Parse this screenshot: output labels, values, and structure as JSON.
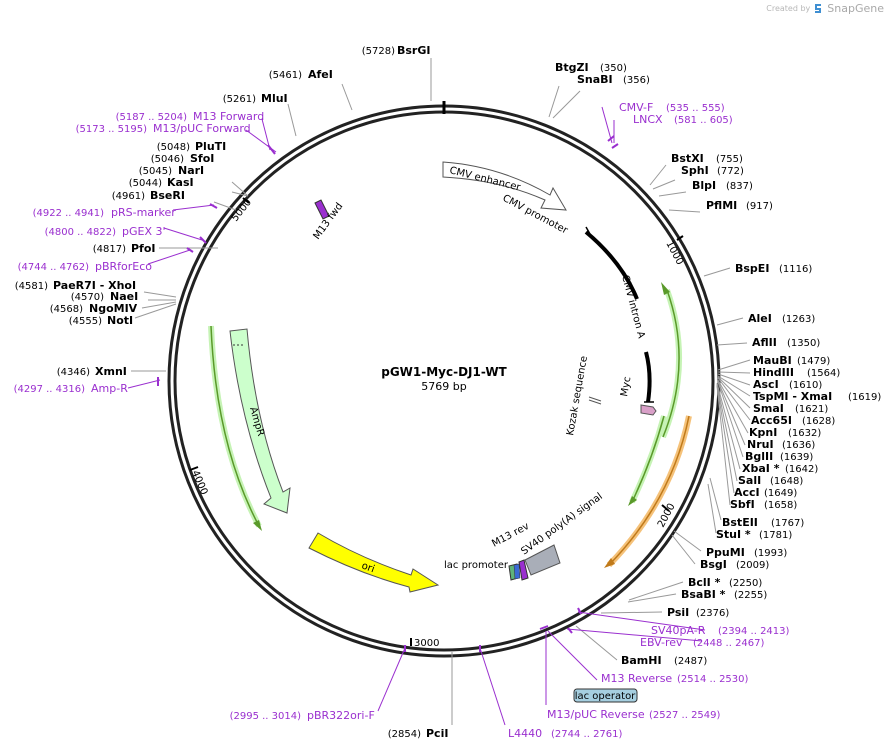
{
  "brand": {
    "created_by": "Created by",
    "name": "SnapGene"
  },
  "plasmid": {
    "name": "pGW1-Myc-DJ1-WT",
    "size_label": "5769 bp",
    "total_bp": 5769
  },
  "ticks": [
    {
      "label": "1000",
      "bp": 1000
    },
    {
      "label": "2000",
      "bp": 2000
    },
    {
      "label": "3000",
      "bp": 3000
    },
    {
      "label": "4000",
      "bp": 4000
    },
    {
      "label": "5000",
      "bp": 5000
    }
  ],
  "features": [
    {
      "name": "CMV enhancer",
      "type": "arrow_box"
    },
    {
      "name": "CMV promoter",
      "type": "black_line"
    },
    {
      "name": "CMV intron A",
      "type": "black_line"
    },
    {
      "name": "Kozak sequence",
      "type": "mark"
    },
    {
      "name": "Myc",
      "type": "tag"
    },
    {
      "name": "M13 fwd",
      "type": "primer"
    },
    {
      "name": "AmpR",
      "type": "arrow_green"
    },
    {
      "name": "ori",
      "type": "arrow_yellow"
    },
    {
      "name": "M13 rev",
      "type": "primer"
    },
    {
      "name": "SV40 poly(A) signal",
      "type": "box_grey"
    },
    {
      "name": "lac promoter",
      "type": "mark"
    },
    {
      "name": "lac operator",
      "type": "box_blue"
    }
  ],
  "enzymes": [
    {
      "name": "BsrGI",
      "pos": "(5728)"
    },
    {
      "name": "AfeI",
      "pos": "(5461)"
    },
    {
      "name": "MluI",
      "pos": "(5261)"
    },
    {
      "name": "PluTI",
      "pos": "(5048)"
    },
    {
      "name": "SfoI",
      "pos": "(5046)"
    },
    {
      "name": "NarI",
      "pos": "(5045)"
    },
    {
      "name": "KasI",
      "pos": "(5044)"
    },
    {
      "name": "BseRI",
      "pos": "(4961)"
    },
    {
      "name": "PfoI",
      "pos": "(4817)"
    },
    {
      "name": "PaeR7I - XhoI",
      "pos": "(4581)"
    },
    {
      "name": "NaeI",
      "pos": "(4570)"
    },
    {
      "name": "NgoMIV",
      "pos": "(4568)"
    },
    {
      "name": "NotI",
      "pos": "(4555)"
    },
    {
      "name": "XmnI",
      "pos": "(4346)"
    },
    {
      "name": "BtgZI",
      "pos": "(350)"
    },
    {
      "name": "SnaBI",
      "pos": "(356)"
    },
    {
      "name": "BstXI",
      "pos": "(755)"
    },
    {
      "name": "SphI",
      "pos": "(772)"
    },
    {
      "name": "BlpI",
      "pos": "(837)"
    },
    {
      "name": "PflMI",
      "pos": "(917)"
    },
    {
      "name": "BspEI",
      "pos": "(1116)"
    },
    {
      "name": "AleI",
      "pos": "(1263)"
    },
    {
      "name": "AflII",
      "pos": "(1350)"
    },
    {
      "name": "MauBI",
      "pos": "(1479)"
    },
    {
      "name": "HindIII",
      "pos": "(1564)"
    },
    {
      "name": "AscI",
      "pos": "(1610)"
    },
    {
      "name": "TspMI - XmaI",
      "pos": "(1619)"
    },
    {
      "name": "SmaI",
      "pos": "(1621)"
    },
    {
      "name": "Acc65I",
      "pos": "(1628)"
    },
    {
      "name": "KpnI",
      "pos": "(1632)"
    },
    {
      "name": "NruI",
      "pos": "(1636)"
    },
    {
      "name": "BglII",
      "pos": "(1639)"
    },
    {
      "name": "XbaI *",
      "pos": "(1642)"
    },
    {
      "name": "SalI",
      "pos": "(1648)"
    },
    {
      "name": "AccI",
      "pos": "(1649)"
    },
    {
      "name": "SbfI",
      "pos": "(1658)"
    },
    {
      "name": "BstEII",
      "pos": "(1767)"
    },
    {
      "name": "StuI *",
      "pos": "(1781)"
    },
    {
      "name": "PpuMI",
      "pos": "(1993)"
    },
    {
      "name": "BsgI",
      "pos": "(2009)"
    },
    {
      "name": "BclI *",
      "pos": "(2250)"
    },
    {
      "name": "BsaBI *",
      "pos": "(2255)"
    },
    {
      "name": "PsiI",
      "pos": "(2376)"
    },
    {
      "name": "BamHI",
      "pos": "(2487)"
    },
    {
      "name": "PciI",
      "pos": "(2854)"
    }
  ],
  "primers": [
    {
      "name": "M13 Forward",
      "pos": "(5187 .. 5204)"
    },
    {
      "name": "M13/pUC Forward",
      "pos": "(5173 .. 5195)"
    },
    {
      "name": "pRS-marker",
      "pos": "(4922 .. 4941)"
    },
    {
      "name": "pGEX 3'",
      "pos": "(4800 .. 4822)"
    },
    {
      "name": "pBRforEco",
      "pos": "(4744 .. 4762)"
    },
    {
      "name": "Amp-R",
      "pos": "(4297 .. 4316)"
    },
    {
      "name": "CMV-F",
      "pos": "(535 .. 555)"
    },
    {
      "name": "LNCX",
      "pos": "(581 .. 605)"
    },
    {
      "name": "SV40pA-R",
      "pos": "(2394 .. 2413)"
    },
    {
      "name": "EBV-rev",
      "pos": "(2448 .. 2467)"
    },
    {
      "name": "M13 Reverse",
      "pos": "(2514 .. 2530)"
    },
    {
      "name": "M13/pUC Reverse",
      "pos": "(2527 .. 2549)"
    },
    {
      "name": "pBR322ori-F",
      "pos": "(2995 .. 3014)"
    },
    {
      "name": "L4440",
      "pos": "(2744 .. 2761)"
    }
  ],
  "colors": {
    "primer": "#9a2fcf",
    "ampr_fill": "#ccffcc",
    "ampr_stroke": "#4a8a2a",
    "ori_fill": "#ffff00",
    "orange_arc": "#e7a23a",
    "green_arc": "#7ed957",
    "sv40_fill": "#a9aeb8",
    "lacop_fill": "#a6cfe0",
    "brand_blue": "#3f8fd2"
  }
}
